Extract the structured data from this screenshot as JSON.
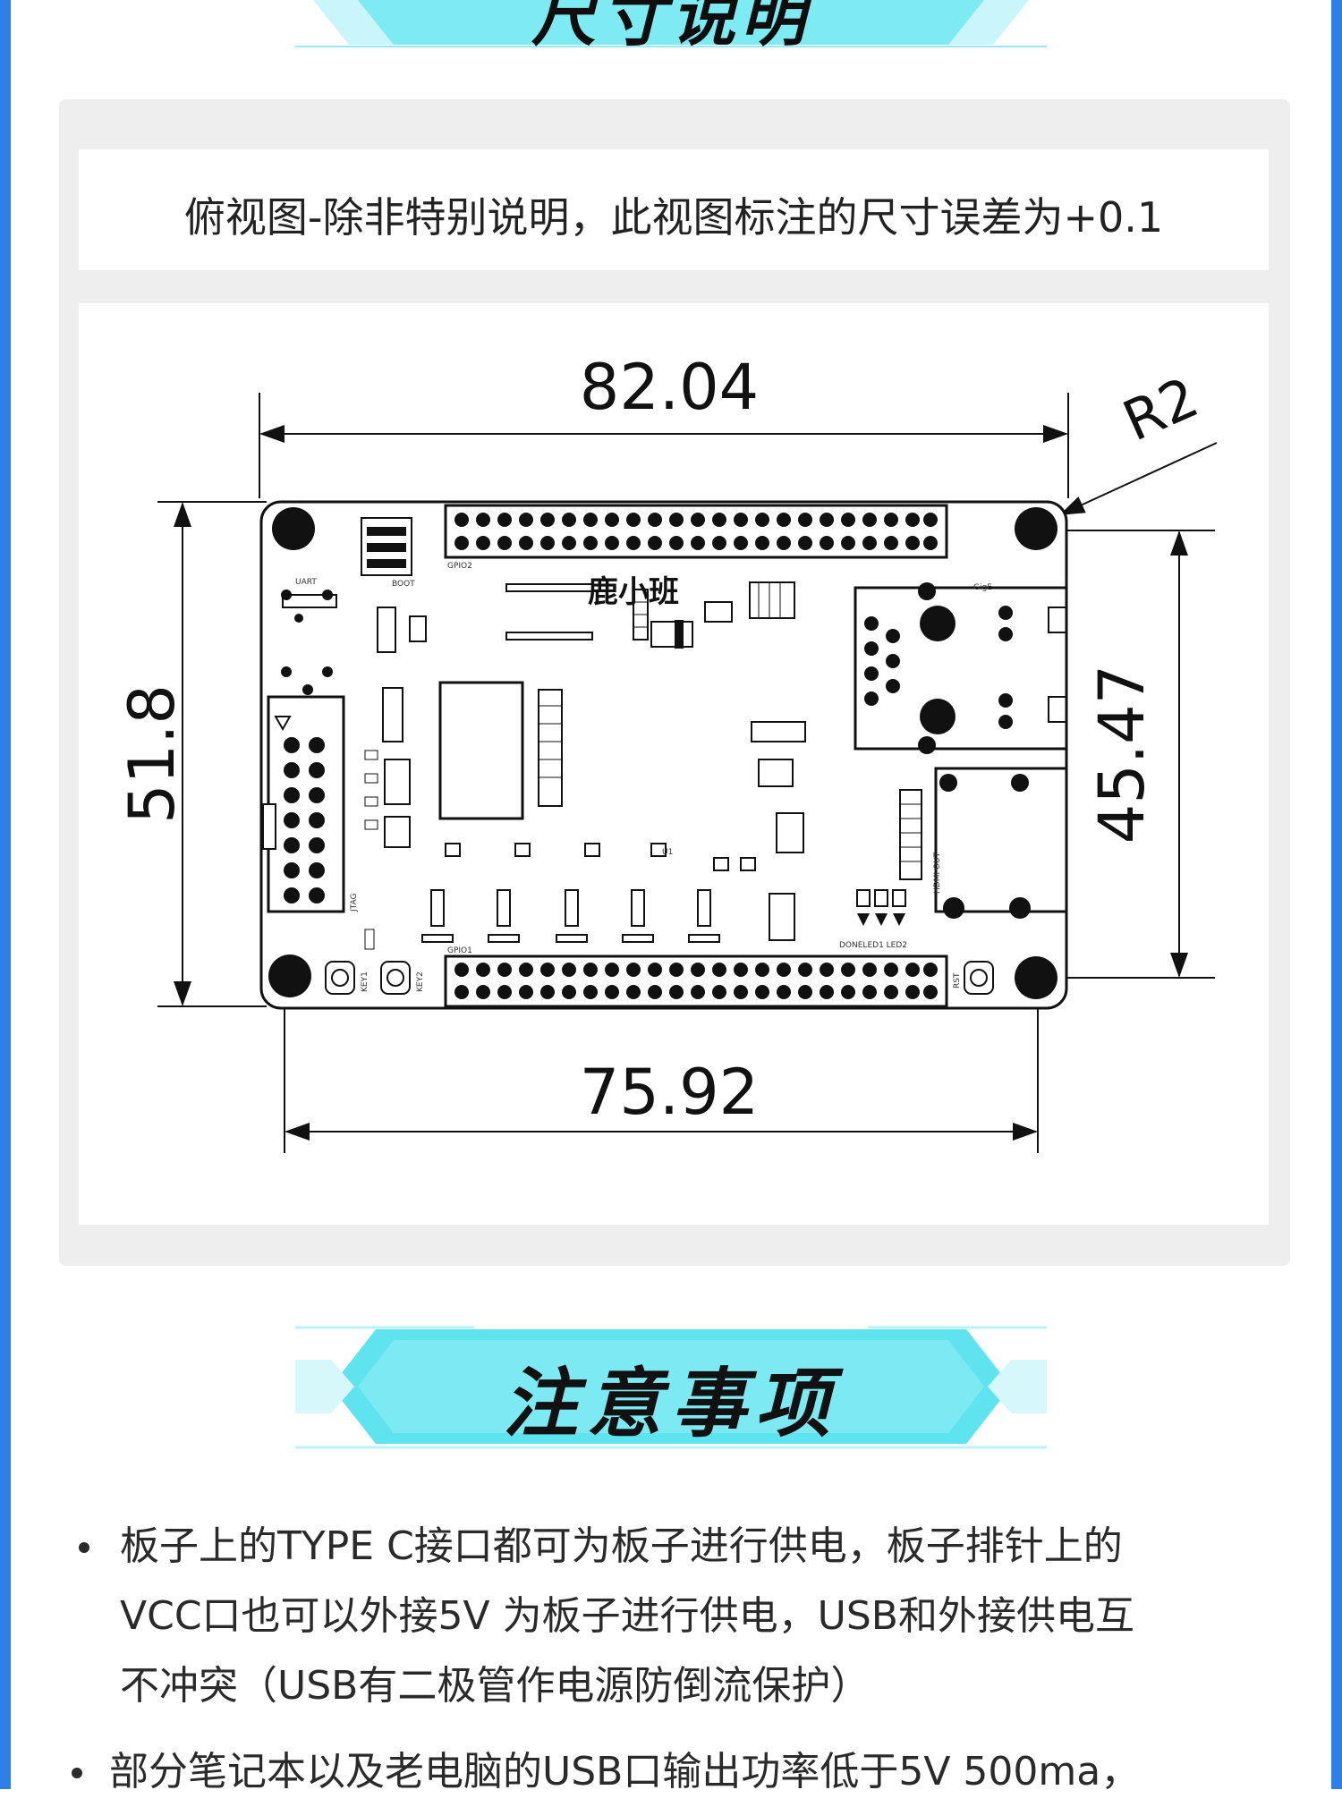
{
  "top_banner": {
    "title": "尺寸说明"
  },
  "dimensions": {
    "caption": "俯视图-除非特别说明，此视图标注的尺寸误差为+0.1",
    "overall_width": "82.04",
    "hole_spacing_x": "75.92",
    "overall_height": "51.8",
    "hole_spacing_y": "45.47",
    "corner_radius": "R2",
    "board_logo": "鹿小班",
    "labels": {
      "uart": "UART",
      "boot": "BOOT",
      "gpio2": "GPIO2",
      "gpio1": "GPIO1",
      "gige": "GigE",
      "hdmi_out": "HDMI OUT",
      "jtag": "JTAG",
      "key1": "KEY1",
      "key2": "KEY2",
      "rst": "RST",
      "leds": "DONELED1 LED2",
      "u1": "U1"
    }
  },
  "notes_banner": {
    "title": "注意事项"
  },
  "notes": [
    {
      "lines": [
        "板子上的TYPE C接口都可为板子进行供电，板子排针上的",
        "VCC口也可以外接5V 为板子进行供电，USB和外接供电互",
        "不冲突（USB有二极管作电源防倒流保护）"
      ]
    },
    {
      "lines": [
        "部分笔记本以及老电脑的USB口输出功率低于5V 500ma，"
      ]
    }
  ],
  "colors": {
    "accent": "#2f7fe8",
    "banner_cyan": "#5fe3ef",
    "banner_light": "#b7f3f8"
  }
}
